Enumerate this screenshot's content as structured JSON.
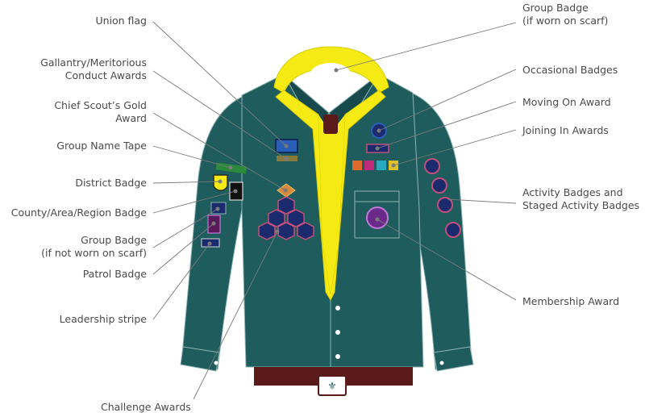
{
  "labels": {
    "union_flag": "Union flag",
    "gallantry": "Gallantry/Meritorious\nConduct Awards",
    "chief_scout": "Chief Scout’s Gold\nAward",
    "group_name_tape": "Group Name Tape",
    "district_badge": "District Badge",
    "county_badge": "County/Area/Region Badge",
    "group_badge_not_scarf": "Group Badge\n(if not worn on scarf)",
    "patrol_badge": "Patrol Badge",
    "leadership_stripe": "Leadership stripe",
    "challenge_awards": "Challenge Awards",
    "group_badge_scarf": "Group Badge\n(if worn on scarf)",
    "occasional_badges": "Occasional Badges",
    "moving_on_award": "Moving On Award",
    "joining_in_awards": "Joining In Awards",
    "activity_badges": "Activity Badges and\nStaged Activity Badges",
    "membership_award": "Membership Award"
  },
  "colors": {
    "shirt": "#1e5c5e",
    "shirt_dark": "#164a4c",
    "scarf": "#f5ea14",
    "woggle": "#5a1a1a",
    "belt": "#5a1a1a",
    "badge_navy": "#1a2a6c",
    "leader_line": "#7a7a7a",
    "text": "#4a4a4a"
  }
}
